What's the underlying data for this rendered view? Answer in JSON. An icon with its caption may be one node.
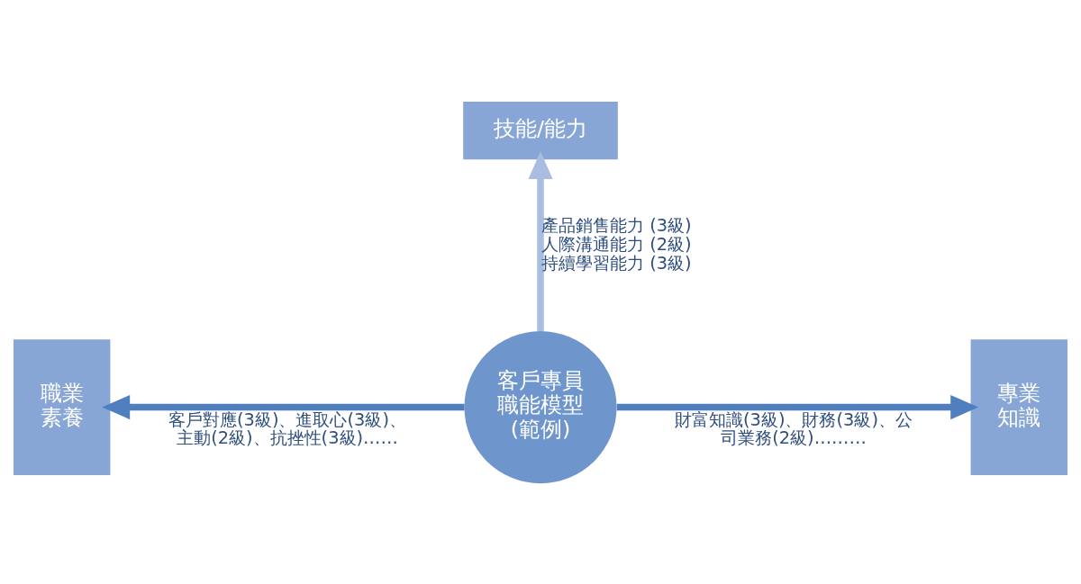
{
  "diagram": {
    "nodes": [
      {
        "text": [
          "客戶專員職能模型(範例)"
        ]
      },
      {
        "text": [
          "技能/能力"
        ]
      },
      {
        "text": [
          "職業素養"
        ]
      },
      {
        "text": [
          "專業知識"
        ]
      }
    ],
    "edges": [
      {
        "from": 0,
        "to": 1,
        "arrow": "to",
        "label": "產品銷售能力 (3級)人際溝通能力 (2級)持續學習能力 (3級)",
        "color": "#a9bde0"
      },
      {
        "from": 0,
        "to": 2,
        "arrow": "to",
        "label": "客戶對應(3級)、進取心(3級)、主動(2級)、抗挫性(3級)……"
      },
      {
        "from": 0,
        "to": 3,
        "arrow": "to",
        "label": "財富知識(3級)、財務(3級)、公司業務(2級)………"
      }
    ]
  }
}
